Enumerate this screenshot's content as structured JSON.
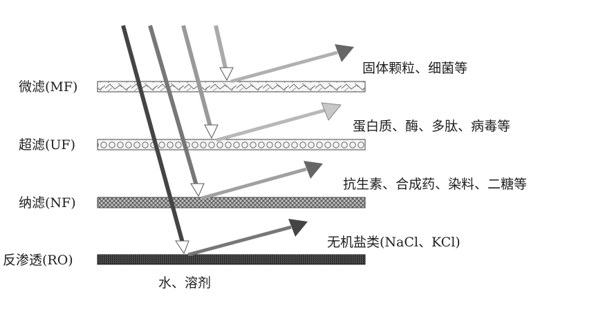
{
  "membranes": [
    {
      "label": "微滤(MF)",
      "pattern": "large-grain"
    },
    {
      "label": "超滤(UF)",
      "pattern": "circles"
    },
    {
      "label": "纳滤(NF)",
      "pattern": "crosshatch"
    },
    {
      "label": "反渗透(RO)",
      "pattern": "dense"
    }
  ],
  "retained": [
    "固体颗粒、细菌等",
    "蛋白质、酶、多肽、病毒等",
    "抗生素、合成药、染料、二糖等",
    "无机盐类(NaCl、KCl)"
  ],
  "permeate": "水、溶剂"
}
